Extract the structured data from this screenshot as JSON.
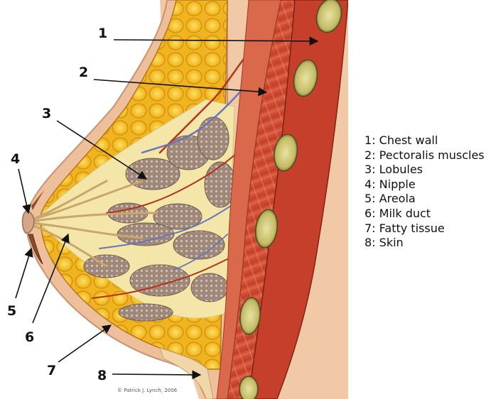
{
  "callouts": [
    {
      "number": "1"
    },
    {
      "number": "2"
    },
    {
      "number": "3"
    },
    {
      "number": "4"
    },
    {
      "number": "5"
    },
    {
      "number": "6"
    },
    {
      "number": "7"
    },
    {
      "number": "8"
    }
  ],
  "legend": [
    {
      "text": "1: Chest wall"
    },
    {
      "text": "2: Pectoralis muscles"
    },
    {
      "text": "3: Lobules"
    },
    {
      "text": "4: Nipple"
    },
    {
      "text": "5: Areola"
    },
    {
      "text": "6: Milk duct"
    },
    {
      "text": "7: Fatty tissue"
    },
    {
      "text": "8: Skin"
    }
  ],
  "credit": "© Patrick J. Lynch, 2006",
  "colors": {
    "skin": "#f2c9a6",
    "muscle": "#c8442e",
    "fat": "#f0b722",
    "lobule": "#a88f7c",
    "rib": "#c7c06a"
  }
}
